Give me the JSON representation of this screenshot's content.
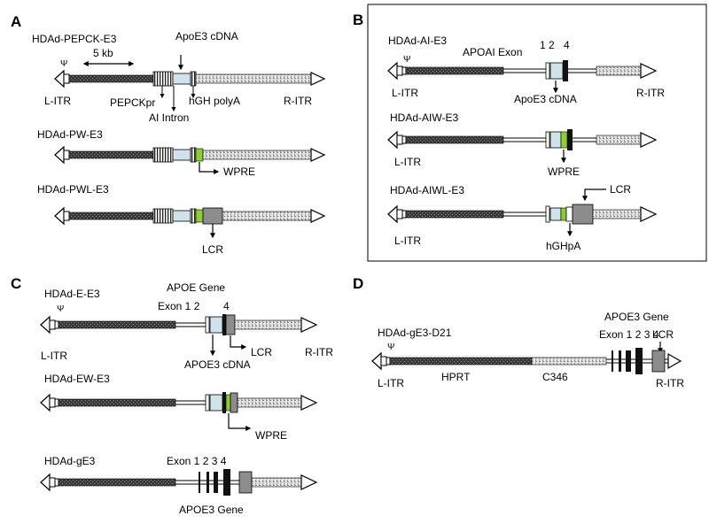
{
  "colors": {
    "backbone_dark": "#2e2e2e",
    "stuffer_light": "#d0d0d0",
    "cdna_blue": "#cfe4ea",
    "wpre_green": "#8ccf2e",
    "lcr_gray": "#8c8c8c",
    "exon_black": "#111111"
  },
  "panels": {
    "A": {
      "letter": "A",
      "size_label": "5 kb",
      "c1": {
        "name": "HDAd-PEPCK-E3",
        "psi": "Ψ",
        "litr": "L-ITR",
        "ritr": "R-ITR",
        "apoe3": "ApoE3 cDNA",
        "pepck": "PEPCKpr",
        "intron": "AI Intron",
        "polya": "hGH polyA"
      },
      "c2": {
        "name": "HDAd-PW-E3",
        "wpre": "WPRE"
      },
      "c3": {
        "name": "HDAd-PWL-E3",
        "lcr": "LCR"
      }
    },
    "B": {
      "letter": "B",
      "c1": {
        "name": "HDAd-AI-E3",
        "psi": "Ψ",
        "exon": "APOAI Exon",
        "e12": "1 2",
        "e4": "4",
        "apoe3": "ApoE3 cDNA",
        "litr": "L-ITR",
        "ritr": "R-ITR"
      },
      "c2": {
        "name": "HDAd-AIW-E3",
        "litr": "L-ITR",
        "wpre": "WPRE"
      },
      "c3": {
        "name": "HDAd-AIWL-E3",
        "litr": "L-ITR",
        "lcr": "LCR",
        "hghpa": "hGHpA"
      }
    },
    "C": {
      "letter": "C",
      "c1": {
        "name": "HDAd-E-E3",
        "psi": "Ψ",
        "gene": "APOE Gene",
        "exon": "Exon 1 2",
        "e4": "4",
        "lcr": "LCR",
        "apoe3": "APOE3 cDNA",
        "litr": "L-ITR",
        "ritr": "R-ITR"
      },
      "c2": {
        "name": "HDAd-EW-E3",
        "wpre": "WPRE"
      },
      "c3": {
        "name": "HDAd-gE3",
        "exons": "Exon 1 2 3 4",
        "gene": "APOE3 Gene"
      }
    },
    "D": {
      "letter": "D",
      "c1": {
        "name": "HDAd-gE3-D21",
        "psi": "Ψ",
        "gene": "APOE3 Gene",
        "exons": "Exon 1 2 3  4",
        "lcr": "LCR",
        "litr": "L-ITR",
        "ritr": "R-ITR",
        "hprt": "HPRT",
        "c346": "C346"
      }
    }
  }
}
